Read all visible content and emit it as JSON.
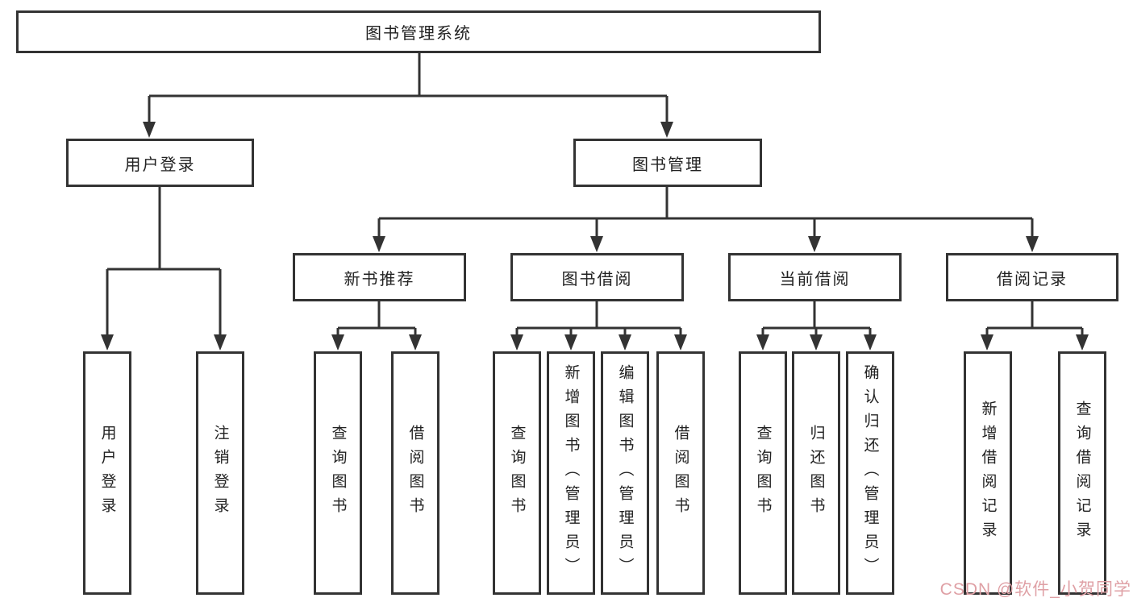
{
  "diagram": {
    "root": {
      "label": "图书管理系统"
    },
    "level2": [
      {
        "label": "用户登录"
      },
      {
        "label": "图书管理"
      }
    ],
    "level3": [
      {
        "label": "新书推荐"
      },
      {
        "label": "图书借阅"
      },
      {
        "label": "当前借阅"
      },
      {
        "label": "借阅记录"
      }
    ],
    "leaves": {
      "user_login": [
        {
          "label": "用户登录"
        },
        {
          "label": "注销登录"
        }
      ],
      "new_book": [
        {
          "label": "查询图书"
        },
        {
          "label": "借阅图书"
        }
      ],
      "book_borrow": [
        {
          "label": "查询图书"
        },
        {
          "label": "新增图书（管理员）"
        },
        {
          "label": "编辑图书（管理员）"
        },
        {
          "label": "借阅图书"
        }
      ],
      "current_borrow": [
        {
          "label": "查询图书"
        },
        {
          "label": "归还图书"
        },
        {
          "label": "确认归还（管理员）"
        }
      ],
      "borrow_record": [
        {
          "label": "新增借阅记录"
        },
        {
          "label": "查询借阅记录"
        }
      ]
    },
    "watermark": "CSDN @软件_小贺同学",
    "colors": {
      "line": "#333333",
      "text": "#222222",
      "watermark": "#dfa0a5",
      "background": "#ffffff"
    }
  }
}
